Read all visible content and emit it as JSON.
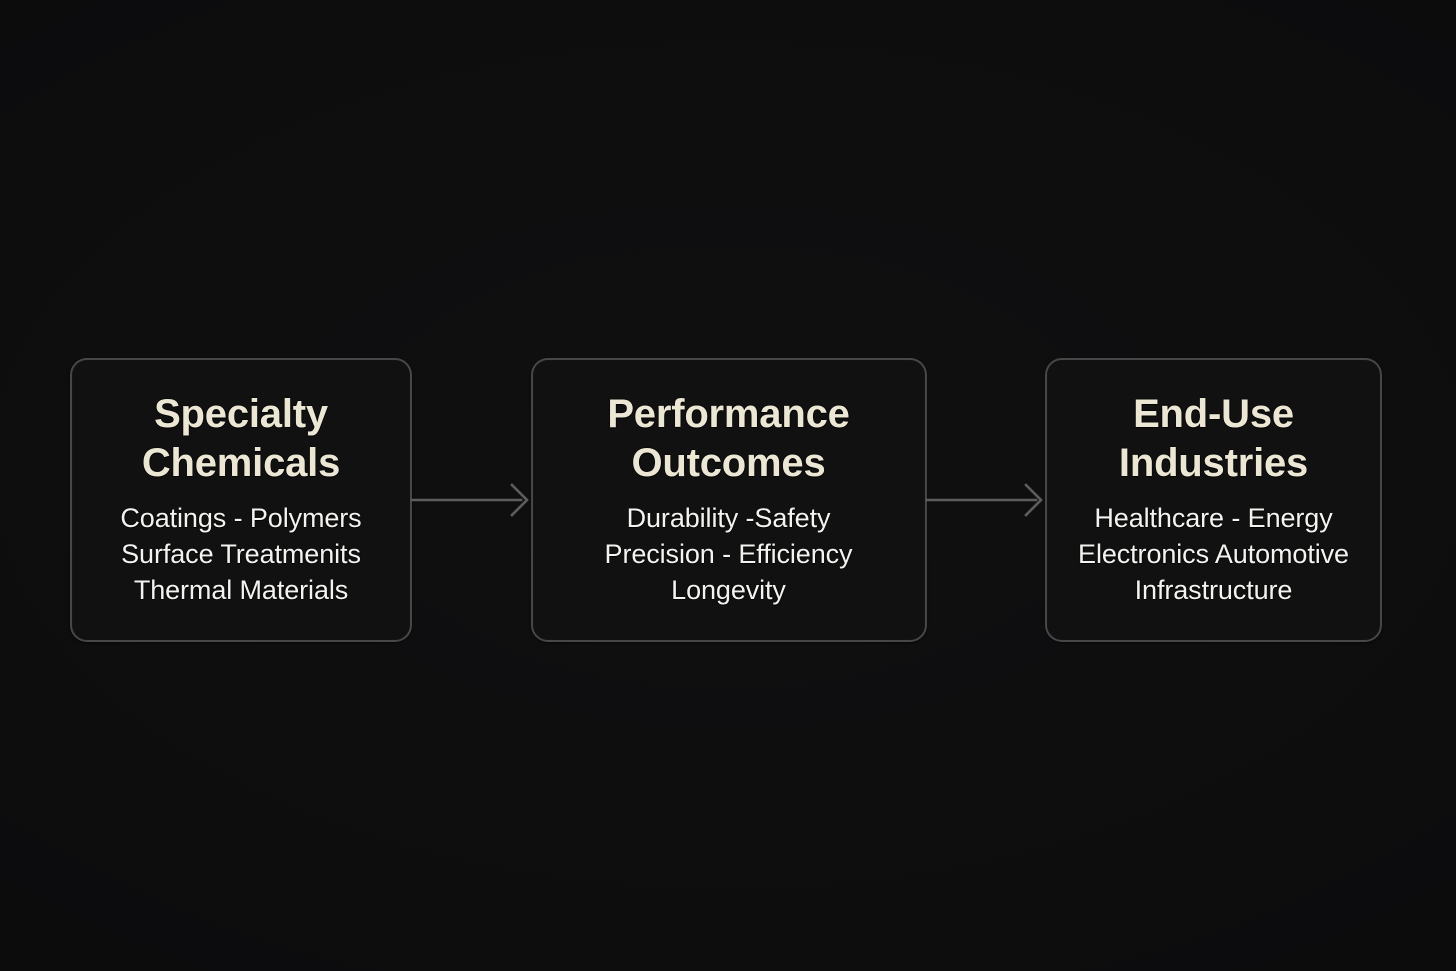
{
  "diagram": {
    "type": "horizontal-flow",
    "background_color": "#0c0c0d",
    "card_fill_color": "#111112",
    "card_border_color": "#47474a",
    "title_color": "#ece7d5",
    "body_color": "#f4f3ef",
    "arrow_color": "#5d5d5e",
    "nodes": [
      {
        "id": "specialty-chemicals",
        "title": "Specialty\nChemicals",
        "body_lines": [
          "Coatings - Polymers",
          "Surface Treatmenits",
          "Thermal Materials"
        ]
      },
      {
        "id": "performance-outcomes",
        "title": "Performance\nOutcomes",
        "body_lines": [
          "Durability -Safety",
          "Precision - Efficiency",
          "Longevity"
        ]
      },
      {
        "id": "end-use-industries",
        "title": "End-Use\nIndustries",
        "body_lines": [
          "Healthcare - Energy",
          "Electronics Automotive",
          "Infrastructure"
        ]
      }
    ],
    "connectors": [
      {
        "id": "arrow-1",
        "from": "specialty-chemicals",
        "to": "performance-outcomes",
        "glyph": "arrow-right-icon"
      },
      {
        "id": "arrow-2",
        "from": "performance-outcomes",
        "to": "end-use-industries",
        "glyph": "arrow-right-icon"
      }
    ]
  }
}
